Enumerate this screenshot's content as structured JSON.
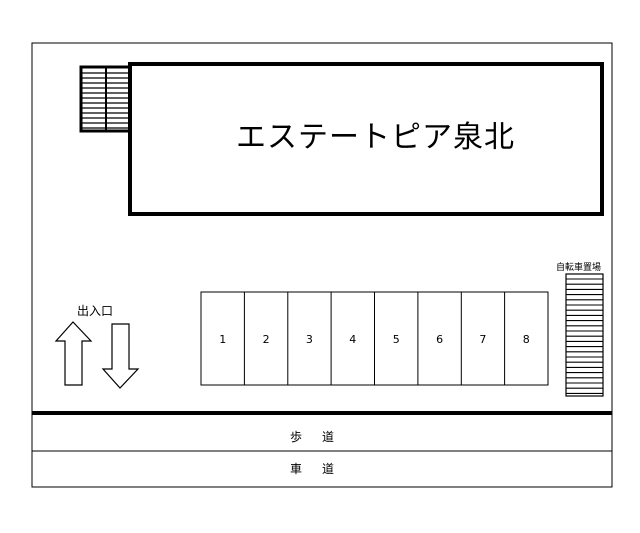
{
  "building": {
    "name": "エステートピア泉北"
  },
  "bicycle_parking": {
    "label": "自転車置場"
  },
  "entrance": {
    "label": "出入口"
  },
  "parking": {
    "spots": [
      "1",
      "2",
      "3",
      "4",
      "5",
      "6",
      "7",
      "8"
    ]
  },
  "road": {
    "sidewalk_label": "歩道",
    "roadway_label": "車道"
  },
  "colors": {
    "line": "#000000",
    "background": "#ffffff"
  }
}
